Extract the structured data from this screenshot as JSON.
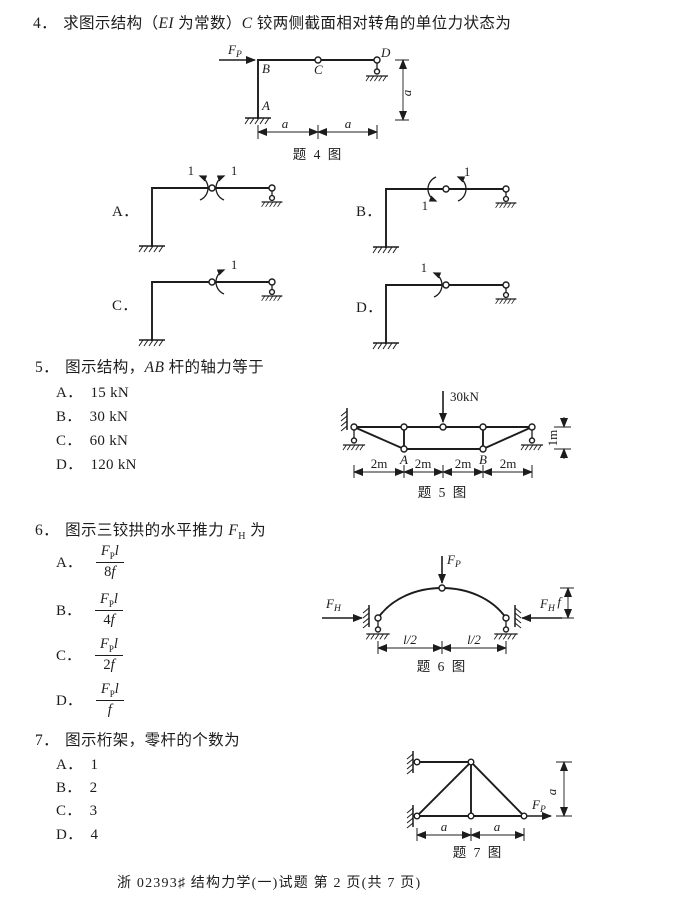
{
  "footer": "浙 02393♯  结构力学(一)试题 第 2 页(共 7 页)",
  "q4": {
    "num": "4．",
    "t1": "求图示结构（",
    "t2": "EI",
    "t3": " 为常数）",
    "t4": "C",
    "t5": " 铰两侧截面相对转角的单位力状态为",
    "fig": {
      "force": "F",
      "force_sub": "P",
      "label_B": "B",
      "label_C": "C",
      "label_D": "D",
      "label_A": "A",
      "dim_a1": "a",
      "dim_a2": "a",
      "dim_av": "a",
      "caption": "题 4 图"
    },
    "options": {
      "A": {
        "label": "A．",
        "m_left": "1",
        "m_right": "1"
      },
      "B": {
        "label": "B．",
        "m_left": "1",
        "m_right": "1"
      },
      "C": {
        "label": "C．",
        "m": "1"
      },
      "D": {
        "label": "D．",
        "m": "1"
      }
    }
  },
  "q5": {
    "num": "5．",
    "t1": "图示结构，",
    "t2": "AB",
    "t3": " 杆的轴力等于",
    "options": [
      {
        "label": "A．",
        "value": "15 kN"
      },
      {
        "label": "B．",
        "value": "30 kN"
      },
      {
        "label": "C．",
        "value": "60 kN"
      },
      {
        "label": "D．",
        "value": "120 kN"
      }
    ],
    "fig": {
      "load": "30kN",
      "label_A": "A",
      "label_B": "B",
      "height": "1m",
      "spans": [
        "2m",
        "2m",
        "2m",
        "2m"
      ],
      "caption": "题 5 图"
    }
  },
  "q6": {
    "num": "6．",
    "t1": "图示三铰拱的水平推力 ",
    "t2": "F",
    "t2sub": "H",
    "t3": " 为",
    "options": [
      {
        "label": "A．",
        "num_f": "F",
        "num_sub": "P",
        "num_l": "l",
        "den_coef": "8",
        "den_f": "f"
      },
      {
        "label": "B．",
        "num_f": "F",
        "num_sub": "P",
        "num_l": "l",
        "den_coef": "4",
        "den_f": "f"
      },
      {
        "label": "C．",
        "num_f": "F",
        "num_sub": "P",
        "num_l": "l",
        "den_coef": "2",
        "den_f": "f"
      },
      {
        "label": "D．",
        "num_f": "F",
        "num_sub": "P",
        "num_l": "l",
        "den_coef": "",
        "den_f": "f"
      }
    ],
    "fig": {
      "fp": "F",
      "fp_sub": "P",
      "fh": "F",
      "fh_sub": "H",
      "f": "f",
      "l_half_1": "l/2",
      "l_half_2": "l/2",
      "caption": "题 6 图"
    }
  },
  "q7": {
    "num": "7．",
    "t1": "图示桁架，零杆的个数为",
    "options": [
      {
        "label": "A．",
        "value": "1"
      },
      {
        "label": "B．",
        "value": "2"
      },
      {
        "label": "C．",
        "value": "3"
      },
      {
        "label": "D．",
        "value": "4"
      }
    ],
    "fig": {
      "fp": "F",
      "fp_sub": "P",
      "dim_a1": "a",
      "dim_a2": "a",
      "dim_av": "a",
      "caption": "题 7 图"
    }
  }
}
